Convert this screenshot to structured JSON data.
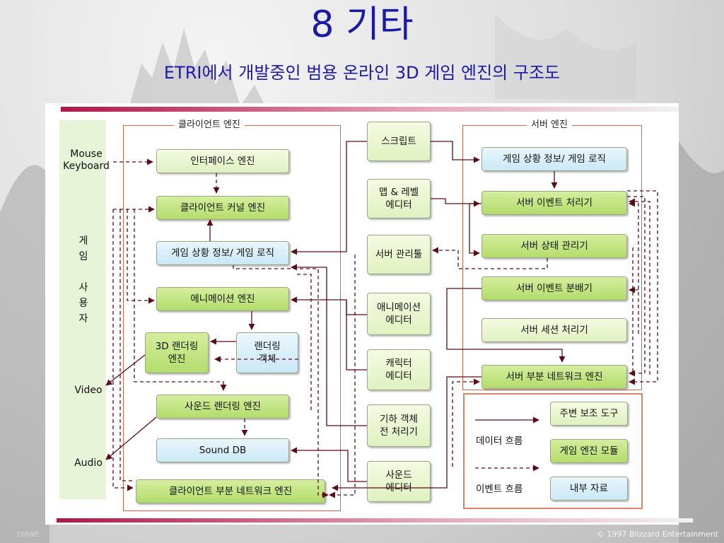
{
  "slide": {
    "title": "8 기타",
    "subtitle": "ETRI에서 개발중인 범용 온라인 3D 게임 엔진의 구조도",
    "copyright": "© 1997 Blizzard Entertainment",
    "corner_mark": "DIRNE"
  },
  "sidebar": {
    "input": "Mouse\nKeyboard",
    "user": "게\n임\n\n사\n용\n자",
    "video": "Video",
    "audio": "Audio"
  },
  "groups": {
    "client_engine": "클라이언트 엔진",
    "server_engine": "서버 엔진"
  },
  "client_modules": {
    "interface": "인터페이스 엔진",
    "kernel": "클라이언트 커널 엔진",
    "game_state": "게임 상황 정보/ 게임 로직",
    "animation": "에니메이션 엔진",
    "render3d": "3D 랜더링\n엔진",
    "render_obj": "랜더링\n객체",
    "sound_render": "사운드 랜더링 엔진",
    "sound_db": "Sound DB",
    "client_network": "클라이언트 부분 네트워크 엔진"
  },
  "tools": {
    "script": "스크립트",
    "map_level": "맵 & 레벨\n에디터",
    "server_tool": "서버 관리툴",
    "anim_editor": "애니메이션\n에디터",
    "char_editor": "캐릭터\n에디터",
    "geometry": "기하 객체\n전 처리기",
    "sound_editor": "사운드\n에디터"
  },
  "server_modules": {
    "game_state": "게임 상황 정보/ 게임 로직",
    "event_proc": "서버 이벤트 처리기",
    "state_mgr": "서버 상태 관리기",
    "event_dist": "서버 이벤트 분배기",
    "session": "서버 세션 처리기",
    "network": "서버 부분 네트워크 엔진"
  },
  "legend": {
    "data_flow": "데이터 흐름",
    "event_flow": "이벤트 흐름",
    "aux_tool": "주변 보조 도구",
    "engine_module": "게임 엔진 모듈",
    "internal_data": "내부 자료"
  },
  "colors": {
    "title": "#1a1aa6",
    "module_green": "#b4dc6c",
    "tool_lightgreen": "#e0f1c0",
    "data_blue": "#c9e8f6",
    "group_border": "#d06a4a",
    "accent_stripe": "#b0164a"
  }
}
